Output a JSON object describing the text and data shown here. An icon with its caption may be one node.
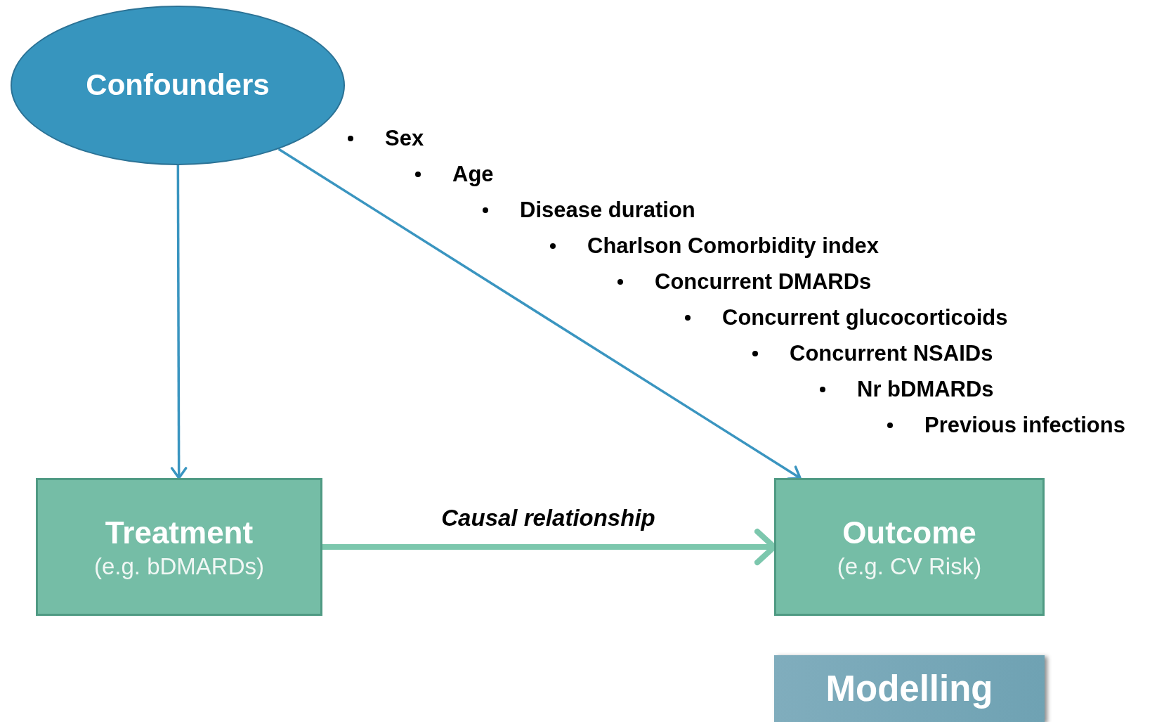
{
  "diagram": {
    "nodes": [
      {
        "text": [
          "Confounders"
        ]
      },
      {
        "text": [
          "Treatment",
          "(e.g. bDMARDs)"
        ]
      },
      {
        "text": [
          "Outcome",
          "(e.g. CV Risk)"
        ]
      },
      {
        "text": [
          "Modelling"
        ]
      }
    ],
    "edges": [
      {
        "from": 0,
        "to": 1,
        "arrow": "to"
      },
      {
        "from": 0,
        "to": 2,
        "arrow": "to"
      },
      {
        "from": 1,
        "to": 2,
        "arrow": "to",
        "label": "Causal relationship",
        "style": "thick",
        "color": "#7cc7ad"
      }
    ],
    "labels": [
      "Sex",
      "Age",
      "Disease duration",
      "Charlson Comorbidity index",
      "Concurrent DMARDs",
      "Concurrent glucocorticoids",
      "Concurrent NSAIDs",
      "Nr bDMARDs",
      "Previous infections"
    ]
  }
}
